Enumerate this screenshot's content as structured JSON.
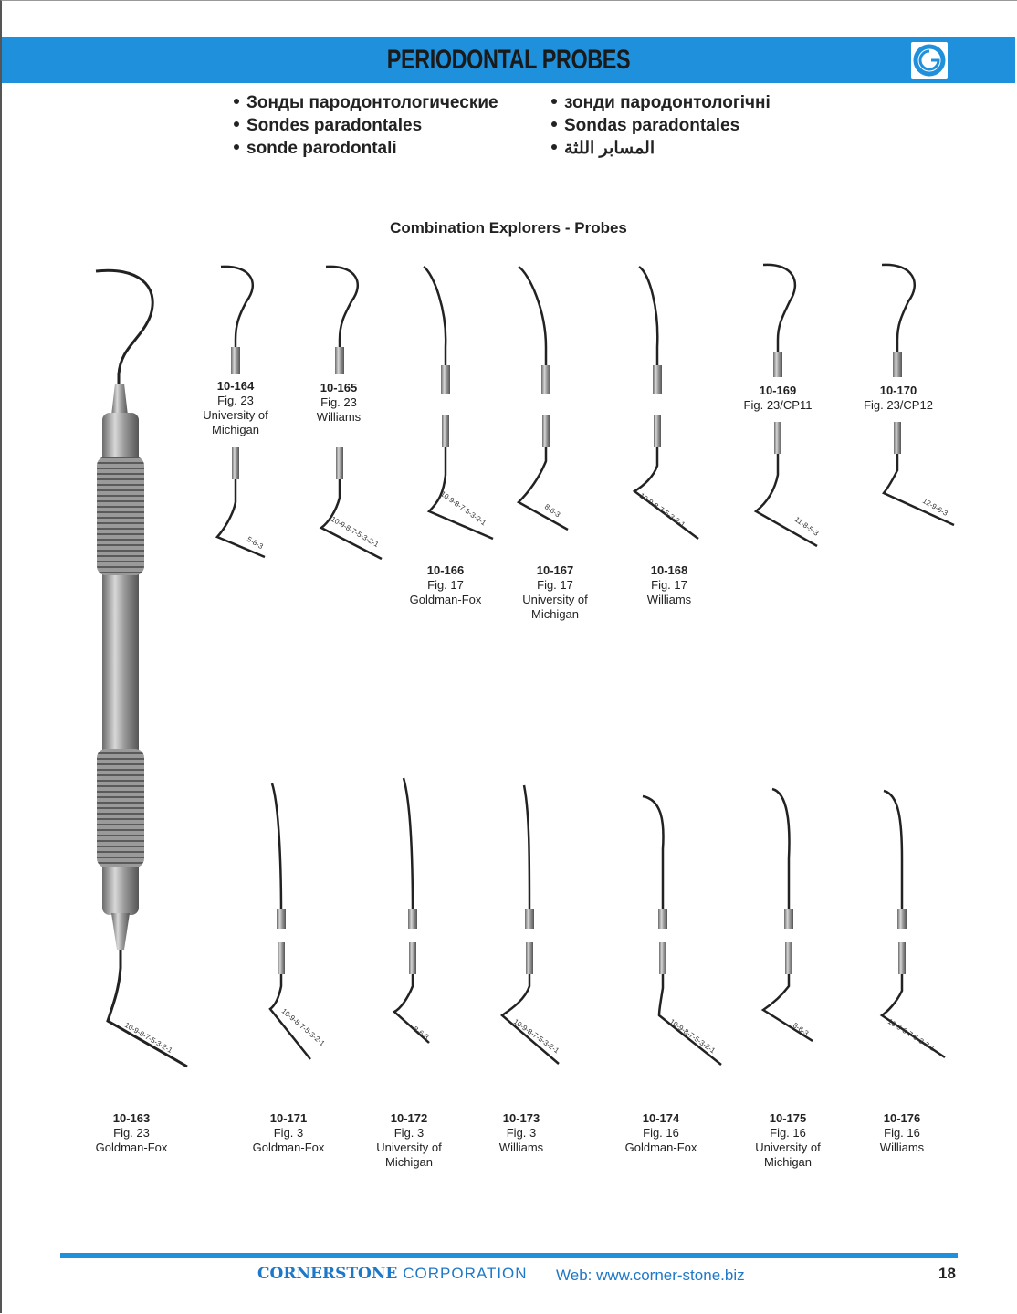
{
  "header": {
    "title": "PERIODONTAL PROBES",
    "logo_icon": "cornerstone-logo-icon",
    "accent_color": "#1e90dc"
  },
  "translations": {
    "left": [
      "Зонды пародонтологические",
      "Sondes paradontales",
      "sonde parodontali"
    ],
    "right": [
      "зонди пародонтологічні",
      "Sondas paradontales",
      "المسابر اللثة"
    ]
  },
  "section_title": "Combination Explorers - Probes",
  "handle_item": {
    "code": "10-163",
    "fig": "Fig. 23",
    "name": "Goldman-Fox",
    "scale": "10-9-8-7-5-3-2-1"
  },
  "top_items": [
    {
      "code": "10-164",
      "fig": "Fig. 23",
      "name": "University of Michigan",
      "scale": "5-8-3"
    },
    {
      "code": "10-165",
      "fig": "Fig. 23",
      "name": "Williams",
      "scale": "10-9-8-7-5-3-2-1"
    },
    {
      "code": "10-166",
      "fig": "Fig. 17",
      "name": "Goldman-Fox",
      "scale": "10-9-8-7-5-3-2-1"
    },
    {
      "code": "10-167",
      "fig": "Fig. 17",
      "name": "University of Michigan",
      "scale": "8-6-3"
    },
    {
      "code": "10-168",
      "fig": "Fig. 17",
      "name": "Williams",
      "scale": "10-9-8-7-5-3-2-1"
    },
    {
      "code": "10-169",
      "fig": "Fig. 23/CP11",
      "name": "",
      "scale": "11-8-5-3"
    },
    {
      "code": "10-170",
      "fig": "Fig. 23/CP12",
      "name": "",
      "scale": "12-9-6-3"
    }
  ],
  "bottom_items": [
    {
      "code": "10-171",
      "fig": "Fig. 3",
      "name": "Goldman-Fox",
      "scale": "10-9-8-7-5-3-2-1"
    },
    {
      "code": "10-172",
      "fig": "Fig. 3",
      "name": "University of Michigan",
      "scale": "8-6-3"
    },
    {
      "code": "10-173",
      "fig": "Fig. 3",
      "name": "Williams",
      "scale": "10-9-8-7-5-3-2-1"
    },
    {
      "code": "10-174",
      "fig": "Fig. 16",
      "name": "Goldman-Fox",
      "scale": "10-9-8-7-5-3-2-1"
    },
    {
      "code": "10-175",
      "fig": "Fig. 16",
      "name": "University of Michigan",
      "scale": "8-6-3"
    },
    {
      "code": "10-176",
      "fig": "Fig. 16",
      "name": "Williams",
      "scale": "10-9-8-7-5-3-2-1"
    }
  ],
  "footer": {
    "company_bold": "CORNERSTONE",
    "company_rest": "CORPORATION",
    "web": "Web: www.corner-stone.biz",
    "page": "18",
    "accent_color": "#1e78c8"
  }
}
